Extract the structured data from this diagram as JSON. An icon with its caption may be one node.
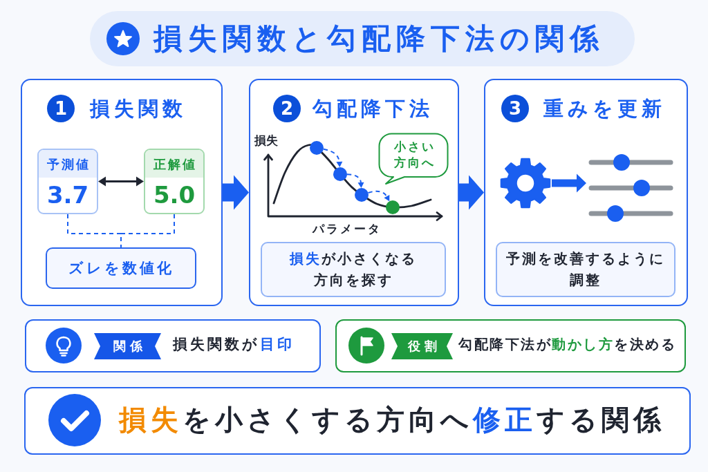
{
  "diagram": {
    "title": "損失関数と勾配降下法の関係",
    "nodes": [
      {
        "text": [
          "損失関数"
        ]
      },
      {
        "text": [
          "1"
        ],
        "in": 0
      },
      {
        "text": [
          "予測値",
          "3.7"
        ],
        "in": 0
      },
      {
        "text": [
          "正解値",
          "5.0"
        ],
        "in": 0
      },
      {
        "text": [
          "ズレを数値化"
        ],
        "in": 0
      },
      {
        "text": [
          "勾配降下法"
        ]
      },
      {
        "text": [
          "2"
        ],
        "in": 5
      },
      {
        "text": [],
        "shape": "circle",
        "in": 5
      },
      {
        "text": [],
        "shape": "circle",
        "in": 5
      },
      {
        "text": [],
        "shape": "circle",
        "in": 5
      },
      {
        "text": [],
        "shape": "circle",
        "in": 5
      },
      {
        "text": [
          "小さい方向へ"
        ],
        "in": 5
      },
      {
        "text": [
          "**損失**が小さくなる方向を探す"
        ],
        "in": 5
      },
      {
        "text": [
          "重みを更新"
        ]
      },
      {
        "text": [
          "3"
        ],
        "in": 13
      },
      {
        "text": [],
        "shape": "picture",
        "in": 13
      },
      {
        "text": [],
        "shape": "picture",
        "in": 13
      },
      {
        "text": [
          "予測を改善するように調整"
        ],
        "in": 13
      },
      {
        "text": [
          "損失関数が**目印**"
        ]
      },
      {
        "text": [
          "関係"
        ],
        "in": 18
      },
      {
        "text": [
          "勾配降下法が**動かし方**を決める"
        ]
      },
      {
        "text": [
          "役割"
        ],
        "in": 20
      },
      {
        "text": [
          "**損失**を小さくする方向へ**修正**する関係"
        ]
      }
    ],
    "edges": [
      {
        "from": 2,
        "to": 3,
        "arrow": "both",
        "color": "#1f2430"
      },
      {
        "from": 2,
        "to": 4,
        "arrow": "none",
        "style": "dashed"
      },
      {
        "from": 3,
        "to": 4,
        "arrow": "none",
        "style": "dashed"
      },
      {
        "from": 0,
        "to": 5,
        "arrow": "to",
        "style": "thick"
      },
      {
        "from": 5,
        "to": 13,
        "arrow": "to",
        "style": "thick"
      },
      {
        "from": 7,
        "to": 8,
        "arrow": "to",
        "style": "dashed"
      },
      {
        "from": 8,
        "to": 9,
        "arrow": "to",
        "style": "dashed"
      },
      {
        "from": 9,
        "to": 10,
        "arrow": "to",
        "style": "dashed"
      },
      {
        "from": 15,
        "to": 16,
        "arrow": "to",
        "style": "thick"
      }
    ],
    "labels": [
      "損失",
      "パラメータ"
    ]
  }
}
